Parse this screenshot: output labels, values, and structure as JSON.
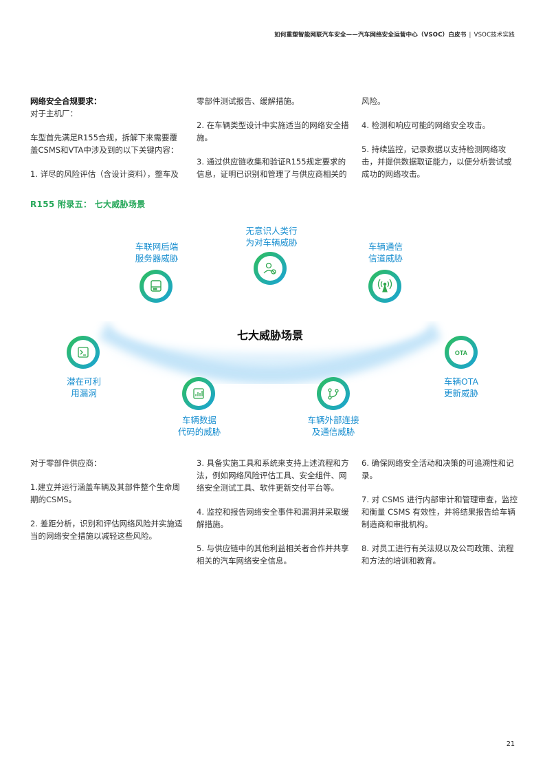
{
  "header": {
    "title": "如何重塑智能网联汽车安全——汽车网络安全运营中心（VSOC）白皮书",
    "separator": "|",
    "section": "VSOC技术实践"
  },
  "top_columns": {
    "col1": {
      "heading": "网络安全合规要求：",
      "line": "对于主机厂：",
      "para1": "车型首先满足R155合规，拆解下来需要覆盖CSMS和VTA中涉及到的以下关键内容：",
      "para2": "1. 详尽的风险评估（含设计资料），整车及"
    },
    "col2": {
      "para1": "零部件测试报告、缓解措施。",
      "para2": "2. 在车辆类型设计中实施适当的网络安全措施。",
      "para3": "3. 通过供应链收集和验证R155规定要求的信息，证明已识别和管理了与供应商相关的"
    },
    "col3": {
      "para1": "风险。",
      "para2": "4. 检测和响应可能的网络安全攻击。",
      "para3": "5. 持续监控，记录数据以支持检测网络攻击，并提供数据取证能力，以便分析尝试或成功的网络攻击。"
    }
  },
  "section_title": "R155 附录五： 七大威胁场景",
  "diagram": {
    "center_title": "七大威胁场景",
    "nodes": [
      {
        "id": "backend",
        "line1": "车联网后端",
        "line2": "服务器威胁",
        "icon": "server-icon"
      },
      {
        "id": "human",
        "line1": "无意识人类行",
        "line2": "为对车辆威胁",
        "icon": "user-icon"
      },
      {
        "id": "channel",
        "line1": "车辆通信",
        "line2": "信道威胁",
        "icon": "antenna-icon"
      },
      {
        "id": "vuln",
        "line1": "潜在可利",
        "line2": "用漏洞",
        "icon": "terminal-icon"
      },
      {
        "id": "data",
        "line1": "车辆数据",
        "line2": "代码的威胁",
        "icon": "bar-chart-icon"
      },
      {
        "id": "external",
        "line1": "车辆外部连接",
        "line2": "及通信威胁",
        "icon": "connection-icon"
      },
      {
        "id": "ota",
        "line1": "车辆OTA",
        "line2": "更新威胁",
        "icon": "ota-icon",
        "badge": "OTA"
      }
    ],
    "colors": {
      "label_blue": "#1a8fd0",
      "ring_green": "#2fbf5a",
      "ring_blue": "#1aa3d9",
      "icon_green": "#2fa84f"
    }
  },
  "bottom_columns": {
    "col1": {
      "line": "对于零部件供应商：",
      "para1": "1.建立并运行涵盖车辆及其部件整个生命周期的CSMS。",
      "para2": "2. 差距分析，识别和评估网络风险并实施适当的网络安全措施以减轻这些风险。"
    },
    "col2": {
      "para1": "3. 具备实施工具和系统来支持上述流程和方法，例如网络风险评估工具、安全组件、网络安全测试工具、软件更新交付平台等。",
      "para2": "4. 监控和报告网络安全事件和漏洞并采取缓解措施。",
      "para3": "5. 与供应链中的其他利益相关者合作并共享相关的汽车网络安全信息。"
    },
    "col3": {
      "para1": "6. 确保网络安全活动和决策的可追溯性和记录。",
      "para2": "7. 对 CSMS 进行内部审计和管理审查，监控和衡量 CSMS 有效性，并将结果报告给车辆制造商和审批机构。",
      "para3": "8. 对员工进行有关法规以及公司政策、流程和方法的培训和教育。"
    }
  },
  "page_number": "21"
}
